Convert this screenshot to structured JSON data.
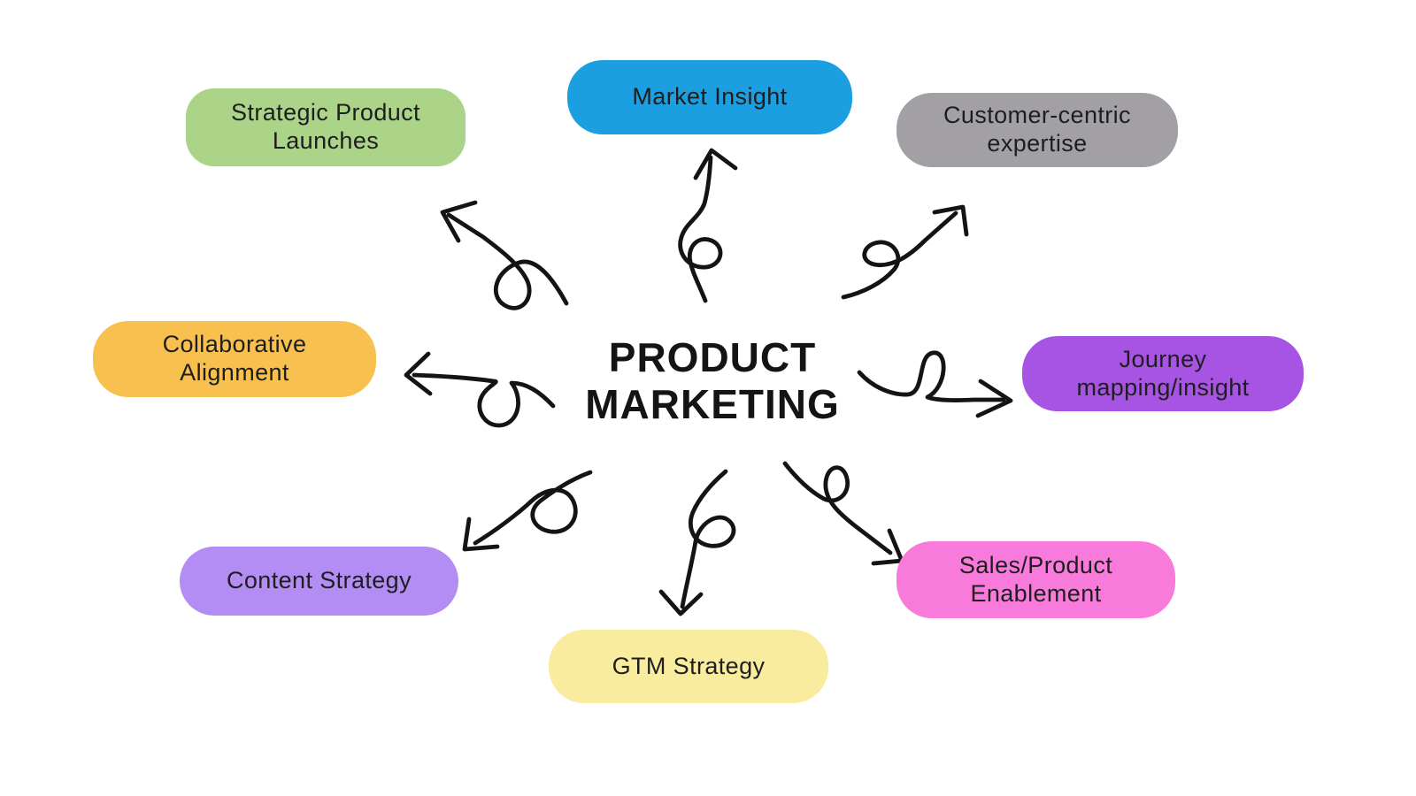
{
  "title": {
    "line1": "PRODUCT",
    "line2": "MARKETING"
  },
  "nodes": [
    {
      "id": "strategic-product-launches",
      "label": "Strategic Product\nLaunches",
      "color": "#abd489"
    },
    {
      "id": "market-insight",
      "label": "Market Insight",
      "color": "#1b9fe1"
    },
    {
      "id": "customer-centric-expertise",
      "label": "Customer-centric\nexpertise",
      "color": "#a3a0a5"
    },
    {
      "id": "collaborative-alignment",
      "label": "Collaborative\nAlignment",
      "color": "#f8c14f"
    },
    {
      "id": "journey-mapping-insight",
      "label": "Journey\nmapping/insight",
      "color": "#a753e3"
    },
    {
      "id": "content-strategy",
      "label": "Content Strategy",
      "color": "#b38df4"
    },
    {
      "id": "gtm-strategy",
      "label": "GTM Strategy",
      "color": "#f9ec9e"
    },
    {
      "id": "sales-product-enablement",
      "label": "Sales/Product\nEnablement",
      "color": "#f87adb"
    }
  ],
  "colors": {
    "background": "#ffffff",
    "arrow": "#141414",
    "text": "#1e1e1e",
    "title_text": "#141414"
  }
}
